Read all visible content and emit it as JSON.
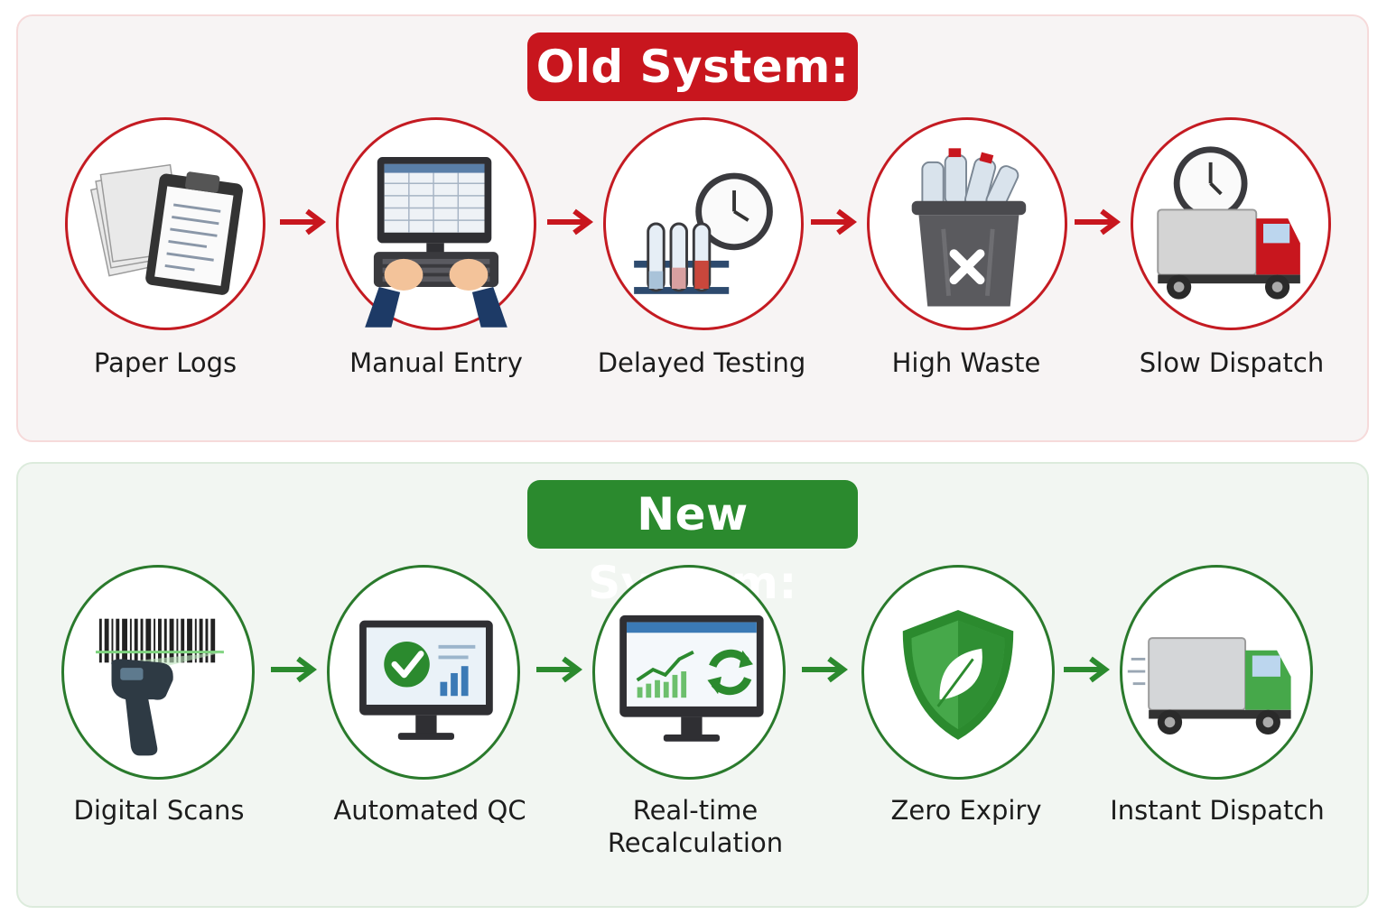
{
  "old_system": {
    "title": "Old System:",
    "steps": [
      {
        "label": "Paper Logs",
        "icon": "clipboard-papers-icon"
      },
      {
        "label": "Manual Entry",
        "icon": "computer-typing-icon"
      },
      {
        "label": "Delayed Testing",
        "icon": "test-tubes-clock-icon"
      },
      {
        "label": "High Waste",
        "icon": "trash-bin-bottles-icon"
      },
      {
        "label": "Slow Dispatch",
        "icon": "truck-clock-icon"
      }
    ]
  },
  "new_system": {
    "title": "New System:",
    "steps": [
      {
        "label": "Digital Scans",
        "icon": "barcode-scanner-icon"
      },
      {
        "label": "Automated QC",
        "icon": "monitor-checkmark-icon"
      },
      {
        "label": "Real-time Recalculation",
        "icon": "monitor-chart-refresh-icon"
      },
      {
        "label": "Zero Expiry",
        "icon": "shield-leaf-icon"
      },
      {
        "label": "Instant Dispatch",
        "icon": "green-truck-icon"
      }
    ]
  },
  "colors": {
    "old_accent": "#c8161e",
    "new_accent": "#2b8a2e"
  }
}
